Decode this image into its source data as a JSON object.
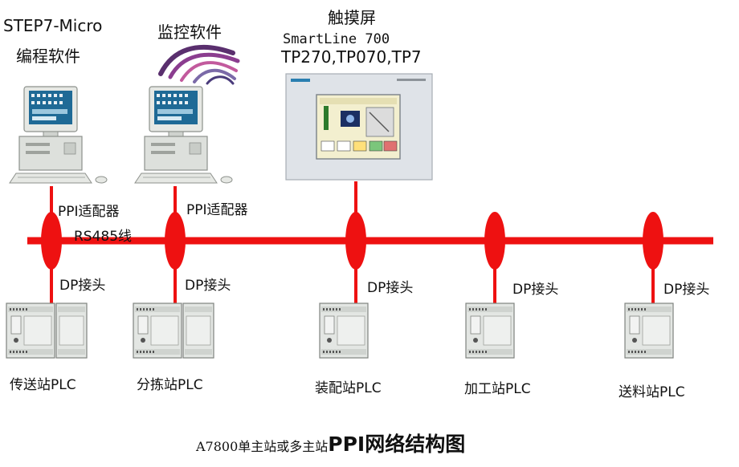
{
  "software": {
    "programming_line1": "STEP7-Micro",
    "programming_line2": "编程软件",
    "monitoring": "监控软件"
  },
  "touchscreen": {
    "title": "触摸屏",
    "model_line1": "SmartLine 700",
    "model_line2": "TP270,TP070,TP7"
  },
  "adapters": [
    "PPI适配器",
    "PPI适配器"
  ],
  "bus_label": "RS485线",
  "dp_connector": "DP接头",
  "stations": [
    "传送站PLC",
    "分拣站PLC",
    "装配站PLC",
    "加工站PLC",
    "送料站PLC"
  ],
  "caption": {
    "prefix": "A7800单主站或多主站",
    "main": "PPI网络结构图"
  },
  "colors": {
    "bus": "#ee1111",
    "device_body": "#e3e6e3",
    "screen_frame": "#dfe3e8"
  },
  "icons": [
    "computer-icon",
    "monitoring-software-logo",
    "touch-panel-icon",
    "plc-icon"
  ]
}
